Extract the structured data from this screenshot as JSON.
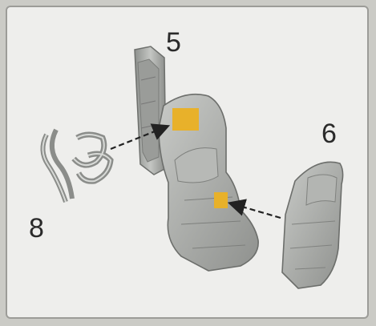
{
  "labels": {
    "part_5": "5",
    "part_6": "6",
    "part_8": "8"
  },
  "colors": {
    "background": "#eeeeec",
    "frame": "#cbcbc6",
    "part_gray": "#a9aba8",
    "highlight": "#e8b12a",
    "arrow": "#222222"
  },
  "icons": {
    "part_5_icon": "panel-plate-part",
    "part_6_icon": "shield-cover-part",
    "part_8_icon": "exhaust-pipe-part",
    "main_icon": "leg-body-assembly"
  }
}
